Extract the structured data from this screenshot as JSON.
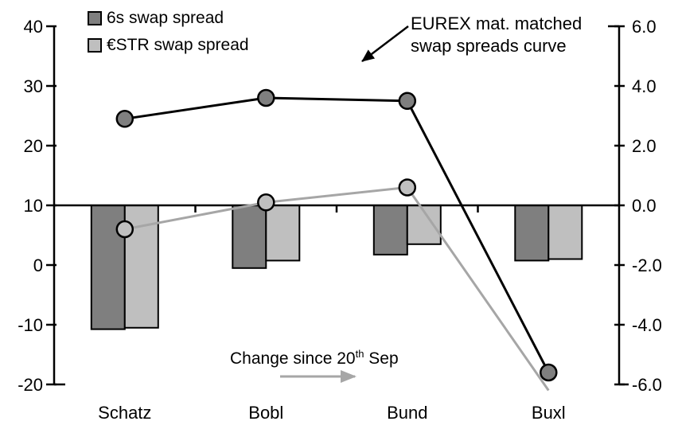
{
  "legend": {
    "items": [
      {
        "label": "6s swap spread",
        "color": "#7F7F7F"
      },
      {
        "label": "€STR swap spread",
        "color": "#BFBFBF"
      }
    ]
  },
  "annotations": {
    "curve_label": {
      "line1": "EUREX mat. matched",
      "line2": "swap spreads curve"
    },
    "change_label": {
      "prefix": "Change since 20",
      "sup": "th",
      "suffix": " Sep"
    }
  },
  "chart_data": {
    "type": "combo_bar_line",
    "title": "",
    "categories": [
      "Schatz",
      "Bobl",
      "Bund",
      "Buxl"
    ],
    "left_axis": {
      "max": 40,
      "min": -20,
      "tick_labels": [
        "40",
        "30",
        "20",
        "10",
        "0",
        "-10",
        "-20"
      ]
    },
    "right_axis": {
      "max": 6,
      "min": -6,
      "tick_labels": [
        "6.0",
        "4.0",
        "2.0",
        "0.0",
        "-2.0",
        "-4.0",
        "-6.0"
      ]
    },
    "bar_series": [
      {
        "name": "6s swap spread",
        "axis": "right",
        "color": "#7F7F7F",
        "values": [
          -4.15,
          -2.1,
          -1.65,
          -1.85
        ]
      },
      {
        "name": "€STR swap spread",
        "axis": "right",
        "color": "#BFBFBF",
        "values": [
          -4.1,
          -1.85,
          -1.3,
          -1.8
        ]
      }
    ],
    "line_series": [
      {
        "name": "6s swap spread",
        "axis": "left",
        "line_color": "#000000",
        "marker_color": "#7F7F7F",
        "values": [
          24.5,
          28,
          27.5,
          -18
        ],
        "markers": [
          true,
          true,
          true,
          true
        ]
      },
      {
        "name": "€STR swap spread",
        "axis": "left",
        "line_color": "#A6A6A6",
        "marker_color": "#BFBFBF",
        "values": [
          6,
          10.5,
          13,
          -21
        ],
        "markers": [
          true,
          true,
          true,
          false
        ]
      }
    ],
    "zero_line": 0,
    "grid": false,
    "legend_position": "top-left",
    "colors": {
      "bar_dark": "#7F7F7F",
      "bar_light": "#BFBFBF",
      "line_black": "#000000",
      "line_gray": "#A6A6A6"
    }
  }
}
